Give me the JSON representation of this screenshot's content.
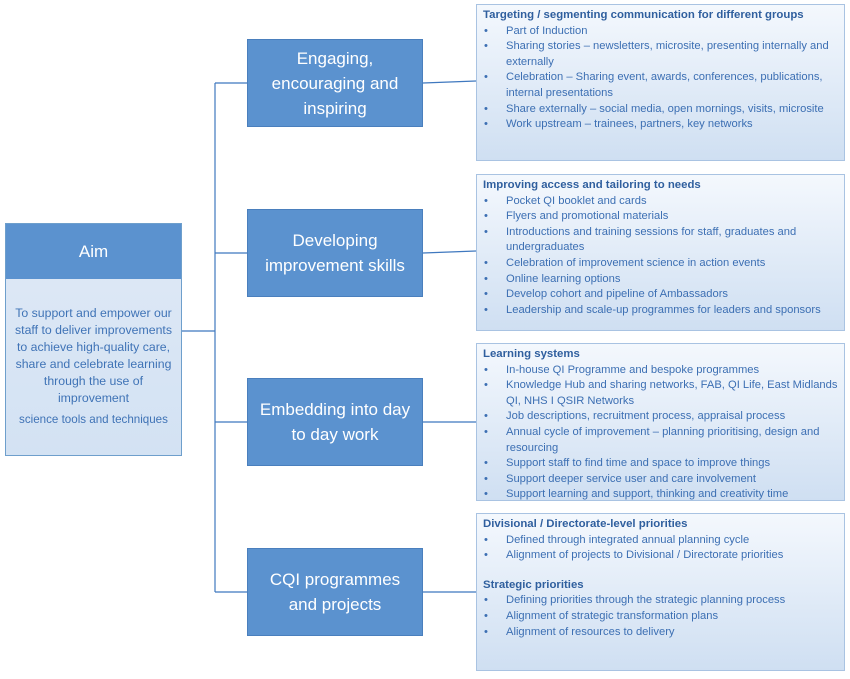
{
  "aim": {
    "title": "Aim",
    "text": "To support and empower our staff to deliver improvements to achieve high-quality care, share and celebrate learning through the use of improvement",
    "text_last": "science tools and techniques"
  },
  "pillars": [
    {
      "label": "Engaging, encouraging and inspiring"
    },
    {
      "label": "Developing improvement skills"
    },
    {
      "label": "Embedding into day to day work"
    },
    {
      "label": "CQI programmes and projects"
    }
  ],
  "details": [
    {
      "heading": "Targeting / segmenting communication for different groups",
      "items": [
        "Part of Induction",
        "Sharing stories – newsletters, microsite, presenting internally and externally",
        "Celebration – Sharing event, awards, conferences, publications, internal presentations",
        "Share externally – social media, open mornings, visits, microsite",
        "Work upstream – trainees, partners, key networks"
      ]
    },
    {
      "heading": "Improving access and tailoring to needs",
      "items": [
        "Pocket QI booklet and cards",
        "Flyers and promotional materials",
        "Introductions and training sessions for staff, graduates and undergraduates",
        "Celebration of improvement science in action events",
        "Online learning options",
        "Develop cohort and pipeline of Ambassadors",
        "Leadership and scale-up programmes for leaders and sponsors"
      ]
    },
    {
      "heading": "Learning systems",
      "items": [
        "In-house QI Programme and bespoke programmes",
        "Knowledge Hub and sharing networks, FAB, QI Life, East Midlands QI, NHS I QSIR Networks",
        "Job descriptions, recruitment process, appraisal process",
        "Annual cycle of improvement – planning prioritising, design and resourcing",
        "Support staff to find time and space to improve things",
        "Support deeper service user and care involvement",
        "Support learning and support, thinking and creativity time"
      ]
    },
    {
      "heading": "Divisional / Directorate-level priorities",
      "items": [
        "Defined through integrated annual planning cycle",
        "Alignment of projects to Divisional / Directorate priorities"
      ],
      "heading2": "Strategic priorities",
      "items2": [
        "Defining priorities through the strategic planning process",
        "Alignment of strategic transformation plans",
        "Alignment of resources to delivery"
      ]
    }
  ]
}
